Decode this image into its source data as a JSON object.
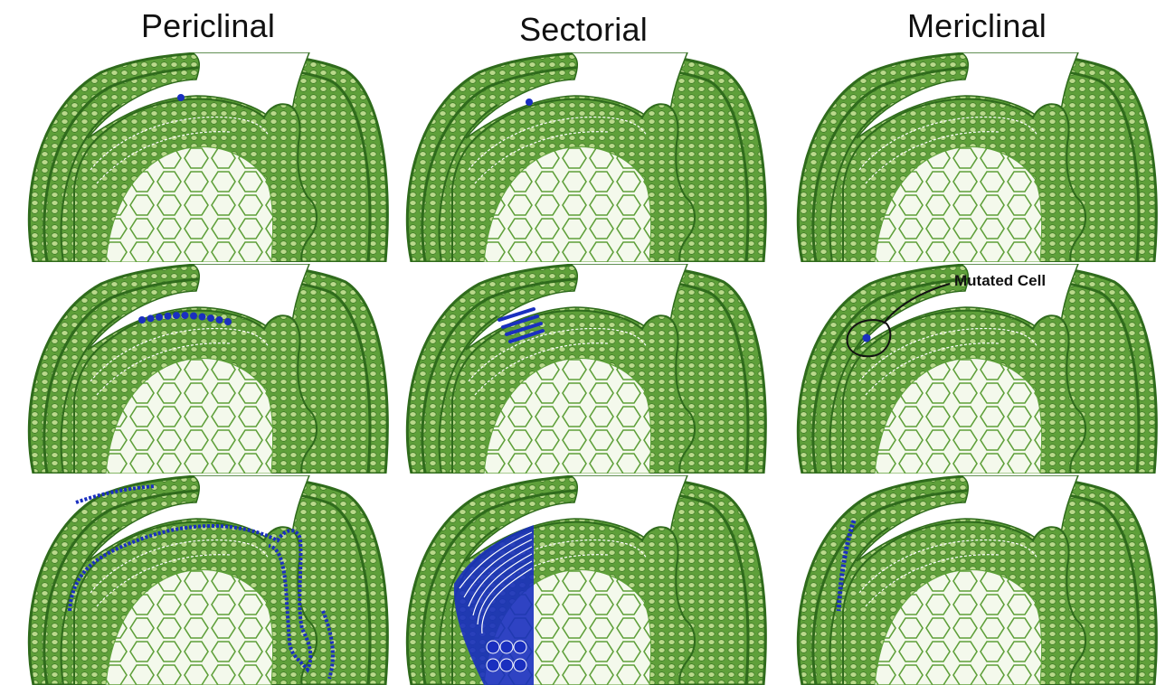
{
  "columns": [
    {
      "title": "Periclinal"
    },
    {
      "title": "Sectorial"
    },
    {
      "title": "Mericlinal"
    }
  ],
  "annotation": {
    "label": "Mutated Cell"
  },
  "colors": {
    "tissue_green": "#5fa03a",
    "tissue_light": "#b9d98a",
    "outline_dark": "#2f6b1c",
    "mutation_blue": "#1a2fbf",
    "background": "#ffffff"
  }
}
